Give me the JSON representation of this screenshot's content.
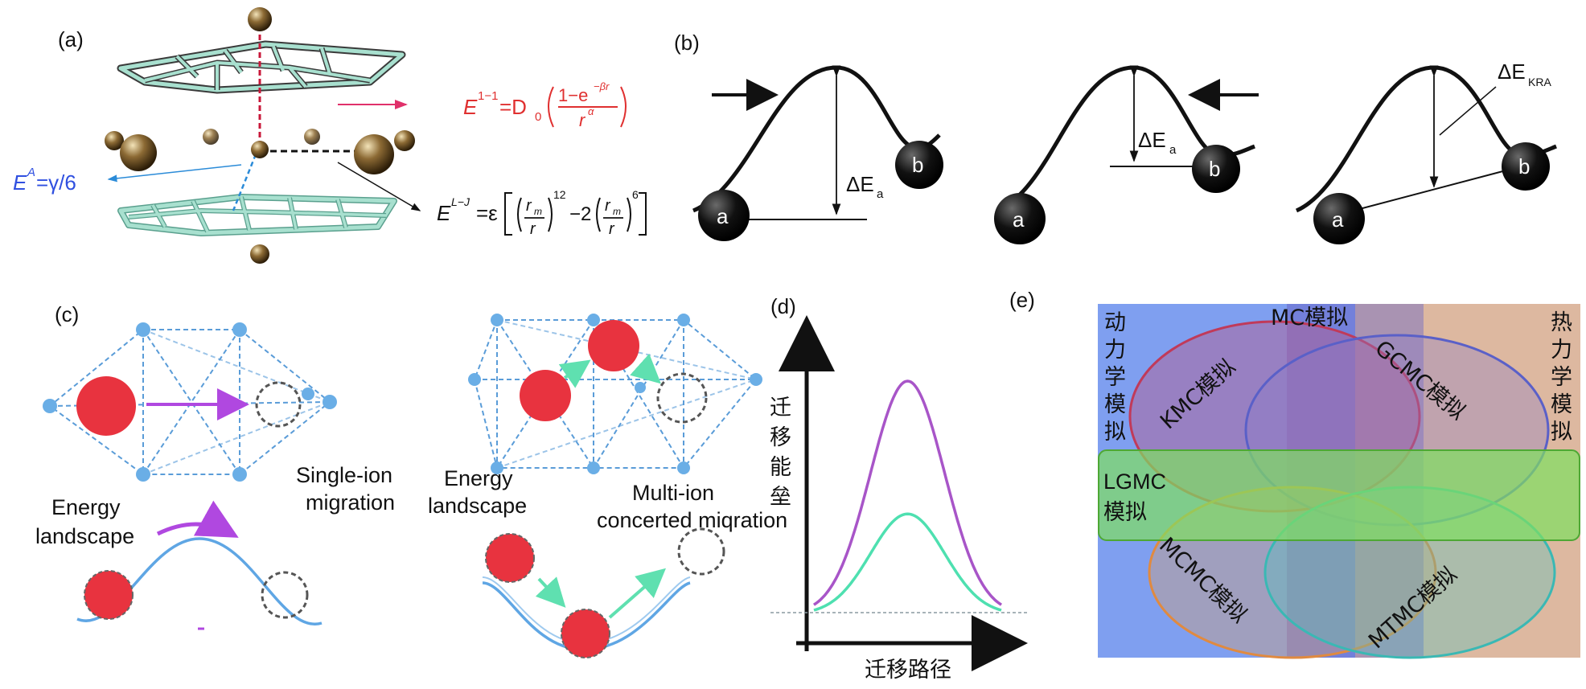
{
  "panels": {
    "a": {
      "label": "(a)"
    },
    "b": {
      "label": "(b)"
    },
    "c": {
      "label": "(c)"
    },
    "d": {
      "label": "(d)"
    },
    "e": {
      "label": "(e)"
    }
  },
  "panel_a": {
    "eq_morse_lhs": "E",
    "eq_morse_sup": "1−1",
    "eq_morse_eq": "=D",
    "eq_morse_sub": "0",
    "eq_morse_num": "1−e",
    "eq_morse_num_sup": "−βr",
    "eq_morse_den": "r",
    "eq_morse_den_sup": "α",
    "eq_const_lhs": "E",
    "eq_const_sup": "A",
    "eq_const_rhs": "=γ/6",
    "eq_lj_lhs": "E",
    "eq_lj_sup": "L−J",
    "eq_lj_eq": "=ε",
    "eq_lj_rm": "r",
    "eq_lj_rm_sub": "m",
    "eq_lj_r": "r",
    "eq_lj_exp1": "12",
    "eq_lj_minus2": "−2",
    "eq_lj_exp2": "6"
  },
  "panel_b": {
    "ball_a": "a",
    "ball_b": "b",
    "delta_ea": "ΔE",
    "delta_ea_sub": "a",
    "delta_ekra": "ΔE",
    "delta_ekra_sub": "KRA"
  },
  "panel_c": {
    "left_label_single": [
      "Single-ion",
      "migration"
    ],
    "left_label_energy": [
      "Energy",
      "landscape"
    ],
    "right_label_energy": [
      "Energy",
      "landscape"
    ],
    "right_label_multi": [
      "Multi-ion",
      "concerted miqration"
    ]
  },
  "panel_d": {
    "ylabel_chars": [
      "迁",
      "移",
      "能",
      "垒"
    ],
    "xlabel": "迁移路径",
    "chart_data": {
      "type": "line",
      "xlabel": "迁移路径",
      "ylabel": "迁移能垒",
      "series": [
        {
          "name": "",
          "color": "#a855c8",
          "peak_relative": 1.0
        },
        {
          "name": "",
          "color": "#4ee0b0",
          "peak_relative": 0.43
        }
      ],
      "baseline": "dashed"
    }
  },
  "panel_e": {
    "center_top": "MC模拟",
    "left_vertical": [
      "动",
      "力",
      "学",
      "模",
      "拟"
    ],
    "right_vertical": [
      "热",
      "力",
      "学",
      "模",
      "拟"
    ],
    "lgmc": [
      "LGMC",
      "模拟"
    ],
    "kmc": "KMC模拟",
    "gcmc": "GCMC模拟",
    "mcmc": "MCMC模拟",
    "mtmc": "MTMC模拟",
    "colors": {
      "kinetic": "#7f9ff0",
      "thermo": "#ddb8a0",
      "lgmc": "#7fe060",
      "kmc": "#b85a8a",
      "gcmc": "#8a7ac8",
      "mcmc": "#e08a40",
      "mtmc": "#4ec4c0"
    }
  }
}
